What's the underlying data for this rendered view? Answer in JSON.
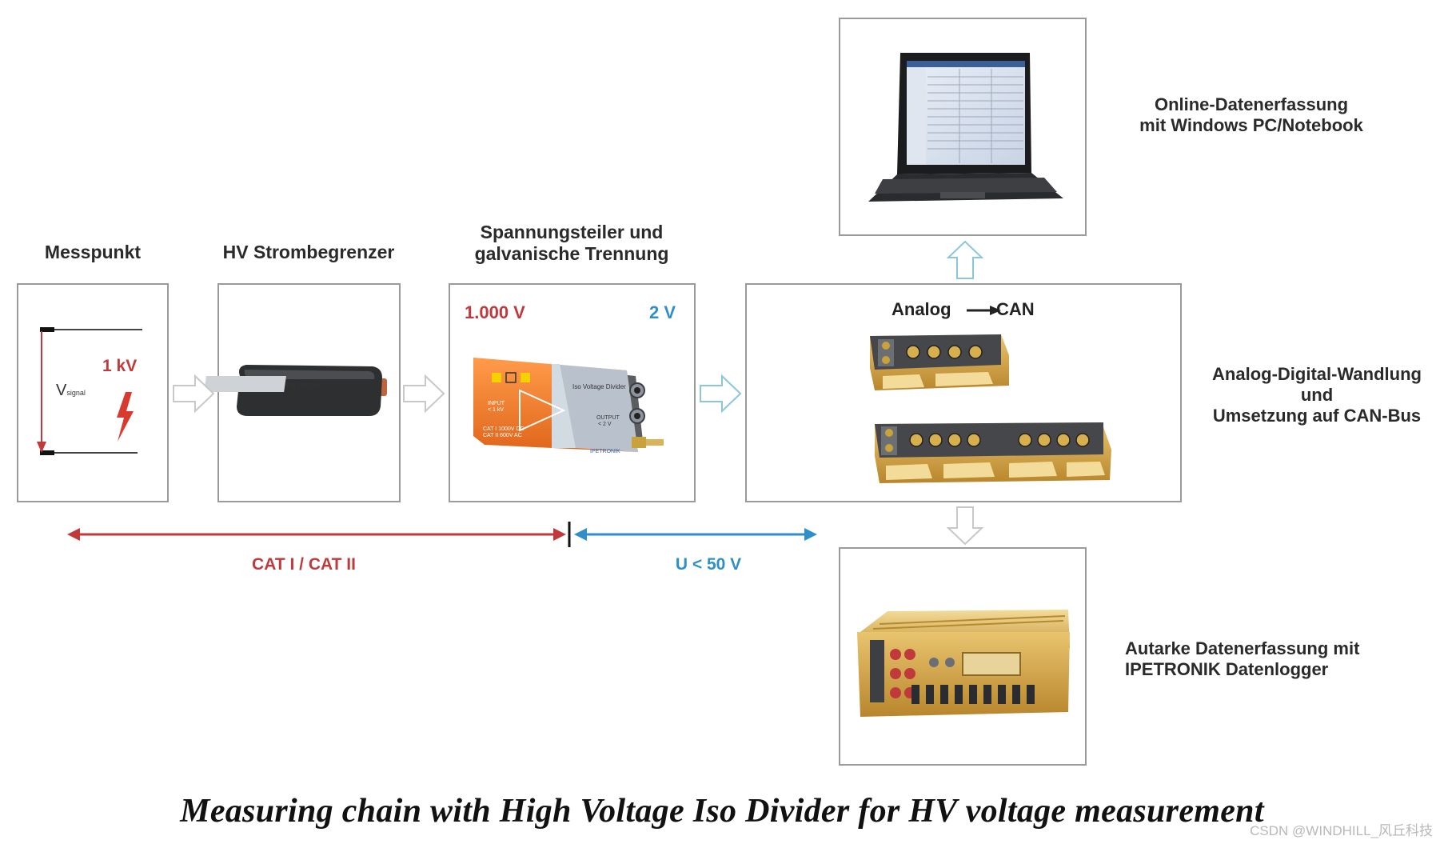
{
  "stages": {
    "messpunkt": {
      "title": "Messpunkt",
      "v_main": "V",
      "v_sub": "signal",
      "voltage": "1 kV"
    },
    "strombegrenzer": {
      "title": "HV Strombegrenzer"
    },
    "teiler": {
      "title_line1": "Spannungsteiler und",
      "title_line2": "galvanische Trennung",
      "in_voltage": "1.000 V",
      "out_voltage": "2 V",
      "device_label": "Iso Voltage Divider",
      "input_text": "INPUT",
      "input_range": "< 1 kV",
      "output_text": "OUTPUT",
      "output_range": "< 2 V",
      "cat_line1": "CAT I 1000V DC",
      "cat_line2": "CAT II 600V AC",
      "brand": "IPETRONIK"
    },
    "adc": {
      "header_left": "Analog",
      "header_right": "CAN"
    }
  },
  "side_labels": {
    "pc_line1": "Online-Datenerfassung",
    "pc_line2": "mit Windows PC/Notebook",
    "adc_line1": "Analog-Digital-Wandlung",
    "adc_line2": "und",
    "adc_line3": "Umsetzung auf CAN-Bus",
    "logger_line1": "Autarke Datenerfassung mit",
    "logger_line2": "IPETRONIK Datenlogger"
  },
  "zones": {
    "hv": "CAT I / CAT II",
    "lv": "U < 50 V"
  },
  "caption": "Measuring chain with High Voltage Iso Divider for HV voltage measurement",
  "watermark": "CSDN @WINDHILL_风丘科技",
  "colors": {
    "red": "#c0393b",
    "blue": "#2f8fc9",
    "orange": "#f07a2a",
    "gold": "#d9b35a",
    "arrow_outline": "#8cc6dd"
  }
}
